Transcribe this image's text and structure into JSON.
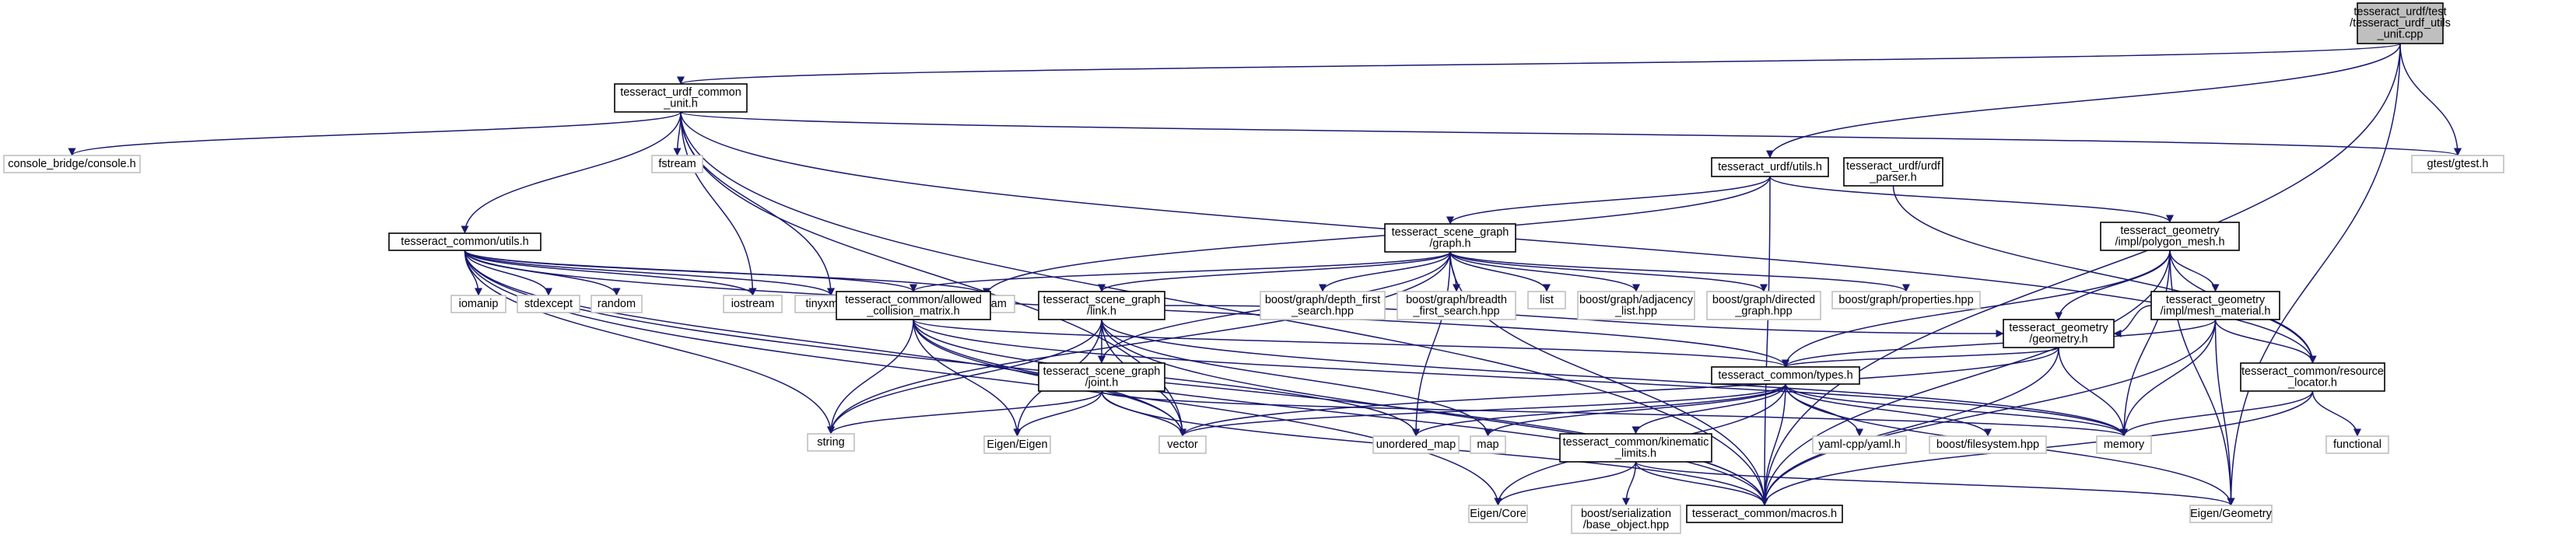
{
  "graph": {
    "edge_color": "#191970",
    "nodes": [
      {
        "id": "root",
        "kind": "root",
        "lines": [
          "tesseract_urdf/test",
          "/tesseract_urdf_utils",
          "_unit.cpp"
        ]
      },
      {
        "id": "common_unit",
        "kind": "doc",
        "lines": [
          "tesseract_urdf_common",
          "_unit.h"
        ]
      },
      {
        "id": "console",
        "kind": "sys",
        "lines": [
          "console_bridge/console.h"
        ]
      },
      {
        "id": "fstream",
        "kind": "sys",
        "lines": [
          "fstream"
        ]
      },
      {
        "id": "gtest",
        "kind": "sys",
        "lines": [
          "gtest/gtest.h"
        ]
      },
      {
        "id": "urdf_utils",
        "kind": "doc",
        "lines": [
          "tesseract_urdf/utils.h"
        ]
      },
      {
        "id": "urdf_parser",
        "kind": "doc",
        "lines": [
          "tesseract_urdf/urdf",
          "_parser.h"
        ]
      },
      {
        "id": "common_utils",
        "kind": "doc",
        "lines": [
          "tesseract_common/utils.h"
        ]
      },
      {
        "id": "iomanip",
        "kind": "sys",
        "lines": [
          "iomanip"
        ]
      },
      {
        "id": "stdexcept",
        "kind": "sys",
        "lines": [
          "stdexcept"
        ]
      },
      {
        "id": "random",
        "kind": "sys",
        "lines": [
          "random"
        ]
      },
      {
        "id": "iostream",
        "kind": "sys",
        "lines": [
          "iostream"
        ]
      },
      {
        "id": "tinyxml2",
        "kind": "sys",
        "lines": [
          "tinyxml2.h"
        ]
      },
      {
        "id": "sstream",
        "kind": "sys",
        "lines": [
          "sstream"
        ]
      },
      {
        "id": "sg_graph",
        "kind": "doc",
        "lines": [
          "tesseract_scene_graph",
          "/graph.h"
        ]
      },
      {
        "id": "acm",
        "kind": "doc",
        "lines": [
          "tesseract_common/allowed",
          "_collision_matrix.h"
        ]
      },
      {
        "id": "sg_link",
        "kind": "doc",
        "lines": [
          "tesseract_scene_graph",
          "/link.h"
        ]
      },
      {
        "id": "sg_joint",
        "kind": "doc",
        "lines": [
          "tesseract_scene_graph",
          "/joint.h"
        ]
      },
      {
        "id": "dfs",
        "kind": "sys",
        "lines": [
          "boost/graph/depth_first",
          "_search.hpp"
        ]
      },
      {
        "id": "bfs",
        "kind": "sys",
        "lines": [
          "boost/graph/breadth",
          "_first_search.hpp"
        ]
      },
      {
        "id": "list",
        "kind": "sys",
        "lines": [
          "list"
        ]
      },
      {
        "id": "adjacency",
        "kind": "sys",
        "lines": [
          "boost/graph/adjacency",
          "_list.hpp"
        ]
      },
      {
        "id": "directed",
        "kind": "sys",
        "lines": [
          "boost/graph/directed",
          "_graph.hpp"
        ]
      },
      {
        "id": "properties",
        "kind": "sys",
        "lines": [
          "boost/graph/properties.hpp"
        ]
      },
      {
        "id": "polygon_mesh",
        "kind": "doc",
        "lines": [
          "tesseract_geometry",
          "/impl/polygon_mesh.h"
        ]
      },
      {
        "id": "mesh_material",
        "kind": "doc",
        "lines": [
          "tesseract_geometry",
          "/impl/mesh_material.h"
        ]
      },
      {
        "id": "geometry",
        "kind": "doc",
        "lines": [
          "tesseract_geometry",
          "/geometry.h"
        ]
      },
      {
        "id": "resource_locator",
        "kind": "doc",
        "lines": [
          "tesseract_common/resource",
          "_locator.h"
        ]
      },
      {
        "id": "types",
        "kind": "doc",
        "lines": [
          "tesseract_common/types.h"
        ]
      },
      {
        "id": "string",
        "kind": "sys",
        "lines": [
          "string"
        ]
      },
      {
        "id": "eigen_eigen",
        "kind": "sys",
        "lines": [
          "Eigen/Eigen"
        ]
      },
      {
        "id": "vector",
        "kind": "sys",
        "lines": [
          "vector"
        ]
      },
      {
        "id": "unordered_map",
        "kind": "sys",
        "lines": [
          "unordered_map"
        ]
      },
      {
        "id": "map",
        "kind": "sys",
        "lines": [
          "map"
        ]
      },
      {
        "id": "yaml",
        "kind": "sys",
        "lines": [
          "yaml-cpp/yaml.h"
        ]
      },
      {
        "id": "filesystem",
        "kind": "sys",
        "lines": [
          "boost/filesystem.hpp"
        ]
      },
      {
        "id": "memory",
        "kind": "sys",
        "lines": [
          "memory"
        ]
      },
      {
        "id": "functional",
        "kind": "sys",
        "lines": [
          "functional"
        ]
      },
      {
        "id": "kinematic",
        "kind": "doc",
        "lines": [
          "tesseract_common/kinematic",
          "_limits.h"
        ]
      },
      {
        "id": "eigen_core",
        "kind": "sys",
        "lines": [
          "Eigen/Core"
        ]
      },
      {
        "id": "serialization",
        "kind": "sys",
        "lines": [
          "boost/serialization",
          "/base_object.hpp"
        ]
      },
      {
        "id": "macros",
        "kind": "doc",
        "lines": [
          "tesseract_common/macros.h"
        ]
      },
      {
        "id": "eigen_geometry",
        "kind": "sys",
        "lines": [
          "Eigen/Geometry"
        ]
      }
    ],
    "edges": [
      [
        "root",
        "common_unit"
      ],
      [
        "root",
        "gtest"
      ],
      [
        "root",
        "urdf_utils"
      ],
      [
        "root",
        "macros"
      ],
      [
        "root",
        "eigen_geometry"
      ],
      [
        "common_unit",
        "console"
      ],
      [
        "common_unit",
        "fstream"
      ],
      [
        "common_unit",
        "gtest"
      ],
      [
        "common_unit",
        "common_utils"
      ],
      [
        "common_unit",
        "iostream"
      ],
      [
        "common_unit",
        "tinyxml2"
      ],
      [
        "common_unit",
        "vector"
      ],
      [
        "common_unit",
        "macros"
      ],
      [
        "common_unit",
        "resource_locator"
      ],
      [
        "urdf_utils",
        "sg_graph"
      ],
      [
        "urdf_utils",
        "polygon_mesh"
      ],
      [
        "urdf_utils",
        "sstream"
      ],
      [
        "urdf_utils",
        "macros"
      ],
      [
        "urdf_parser",
        "resource_locator"
      ],
      [
        "common_utils",
        "iomanip"
      ],
      [
        "common_utils",
        "stdexcept"
      ],
      [
        "common_utils",
        "random"
      ],
      [
        "common_utils",
        "iostream"
      ],
      [
        "common_utils",
        "tinyxml2"
      ],
      [
        "common_utils",
        "sstream"
      ],
      [
        "common_utils",
        "acm"
      ],
      [
        "common_utils",
        "types"
      ],
      [
        "common_utils",
        "string"
      ],
      [
        "common_utils",
        "vector"
      ],
      [
        "common_utils",
        "eigen_core"
      ],
      [
        "common_utils",
        "macros"
      ],
      [
        "sg_graph",
        "dfs"
      ],
      [
        "sg_graph",
        "bfs"
      ],
      [
        "sg_graph",
        "list"
      ],
      [
        "sg_graph",
        "adjacency"
      ],
      [
        "sg_graph",
        "directed"
      ],
      [
        "sg_graph",
        "properties"
      ],
      [
        "sg_graph",
        "sg_link"
      ],
      [
        "sg_graph",
        "sg_joint"
      ],
      [
        "sg_graph",
        "acm"
      ],
      [
        "sg_graph",
        "string"
      ],
      [
        "sg_graph",
        "unordered_map"
      ],
      [
        "sg_graph",
        "macros"
      ],
      [
        "acm",
        "types"
      ],
      [
        "acm",
        "string"
      ],
      [
        "acm",
        "eigen_eigen"
      ],
      [
        "acm",
        "vector"
      ],
      [
        "acm",
        "unordered_map"
      ],
      [
        "acm",
        "memory"
      ],
      [
        "acm",
        "macros"
      ],
      [
        "sg_link",
        "sg_joint"
      ],
      [
        "sg_link",
        "geometry"
      ],
      [
        "sg_link",
        "string"
      ],
      [
        "sg_link",
        "eigen_eigen"
      ],
      [
        "sg_link",
        "vector"
      ],
      [
        "sg_link",
        "memory"
      ],
      [
        "sg_link",
        "macros"
      ],
      [
        "sg_link",
        "map"
      ],
      [
        "sg_joint",
        "string"
      ],
      [
        "sg_joint",
        "eigen_eigen"
      ],
      [
        "sg_joint",
        "vector"
      ],
      [
        "sg_joint",
        "memory"
      ],
      [
        "sg_joint",
        "macros"
      ],
      [
        "polygon_mesh",
        "mesh_material"
      ],
      [
        "polygon_mesh",
        "geometry"
      ],
      [
        "polygon_mesh",
        "resource_locator"
      ],
      [
        "polygon_mesh",
        "types"
      ],
      [
        "polygon_mesh",
        "memory"
      ],
      [
        "polygon_mesh",
        "macros"
      ],
      [
        "polygon_mesh",
        "eigen_geometry"
      ],
      [
        "mesh_material",
        "geometry"
      ],
      [
        "mesh_material",
        "resource_locator"
      ],
      [
        "mesh_material",
        "types"
      ],
      [
        "mesh_material",
        "memory"
      ],
      [
        "mesh_material",
        "macros"
      ],
      [
        "mesh_material",
        "eigen_geometry"
      ],
      [
        "geometry",
        "types"
      ],
      [
        "geometry",
        "memory"
      ],
      [
        "geometry",
        "macros"
      ],
      [
        "geometry",
        "vector"
      ],
      [
        "resource_locator",
        "memory"
      ],
      [
        "resource_locator",
        "functional"
      ],
      [
        "resource_locator",
        "macros"
      ],
      [
        "types",
        "vector"
      ],
      [
        "types",
        "unordered_map"
      ],
      [
        "types",
        "map"
      ],
      [
        "types",
        "yaml"
      ],
      [
        "types",
        "filesystem"
      ],
      [
        "types",
        "memory"
      ],
      [
        "types",
        "kinematic"
      ],
      [
        "types",
        "eigen_core"
      ],
      [
        "types",
        "eigen_geometry"
      ],
      [
        "types",
        "macros"
      ],
      [
        "kinematic",
        "eigen_core"
      ],
      [
        "kinematic",
        "serialization"
      ],
      [
        "kinematic",
        "macros"
      ],
      [
        "kinematic",
        "eigen_geometry"
      ]
    ]
  }
}
